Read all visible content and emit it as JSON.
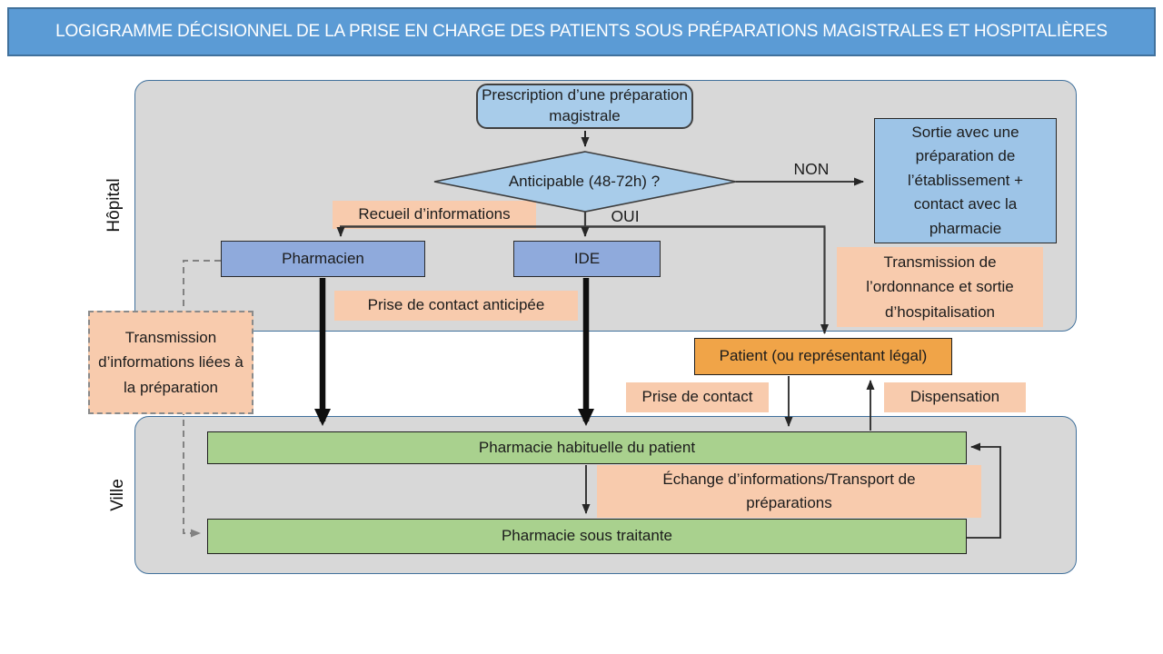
{
  "header": {
    "title": "LOGIGRAMME DÉCISIONNEL DE LA PRISE EN CHARGE DES PATIENTS SOUS PRÉPARATIONS MAGISTRALES ET HOSPITALIÈRES"
  },
  "lanes": {
    "hopital": "Hôpital",
    "ville": "Ville"
  },
  "nodes": {
    "prescription": "Prescription d’une préparation magistrale",
    "decision": "Anticipable (48-72h) ?",
    "sortie": "Sortie avec une préparation de l’établissement + contact avec la pharmacie",
    "pharmacien": "Pharmacien",
    "ide": "IDE",
    "patient": "Patient (ou représentant légal)",
    "pharmacie_habituelle": "Pharmacie habituelle du patient",
    "pharmacie_sous_traitante": "Pharmacie sous traitante"
  },
  "labels": {
    "non": "NON",
    "oui": "OUI",
    "recueil": "Recueil d’informations",
    "prise_contact_anticipee": "Prise de contact anticipée",
    "transmission_ordonnance": "Transmission de l’ordonnance et sortie d’hospitalisation",
    "prise_contact": "Prise de contact",
    "dispensation": "Dispensation",
    "transmission_infos": "Transmission d’informations liées à la préparation",
    "echange": "Échange d’informations/Transport de préparations"
  },
  "colors": {
    "title_bar": "#5B9BD5",
    "title_border": "#41719C",
    "lane_fill": "#D8D8D8",
    "lane_border": "#41719C",
    "light_blue_node": "#A8CCEA",
    "medium_blue_node": "#8FAADC",
    "peach_label": "#F8CBAD",
    "orange_node": "#F0A448",
    "green_node": "#A9D18E",
    "connector": "#3d3d3d",
    "dashed_connector": "#828282"
  }
}
